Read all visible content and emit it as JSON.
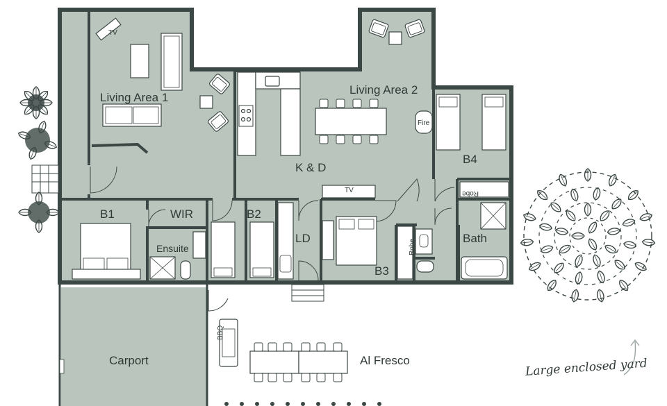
{
  "rooms": {
    "living_area_1": "Living Area 1",
    "living_area_2": "Living Area 2",
    "kitchen_dining": "K & D",
    "bed_1": "B1",
    "wir": "WIR",
    "ensuite": "Ensuite",
    "bed_2": "B2",
    "laundry": "LD",
    "bed_3": "B3",
    "robe_b3": "Robe",
    "bath": "Bath",
    "bed_4": "B4",
    "robe_b4": "Robe",
    "carport": "Carport",
    "al_fresco": "Al Fresco"
  },
  "fixtures": {
    "tv_living_1": "TV",
    "tv_kd": "TV",
    "fire": "Fire",
    "bbq": "BBQ"
  },
  "beds": {
    "b1": "QB",
    "b2_single": "SB",
    "b2_bunk": "BB",
    "b3": "QB",
    "b4_single": "SB",
    "b4_bunk": "BB"
  },
  "yard_label": "Large enclosed yard",
  "colors": {
    "floor": "#bac6bd",
    "wall": "#3b4744",
    "furniture": "#ffffff",
    "foliage": "#3b4744"
  }
}
